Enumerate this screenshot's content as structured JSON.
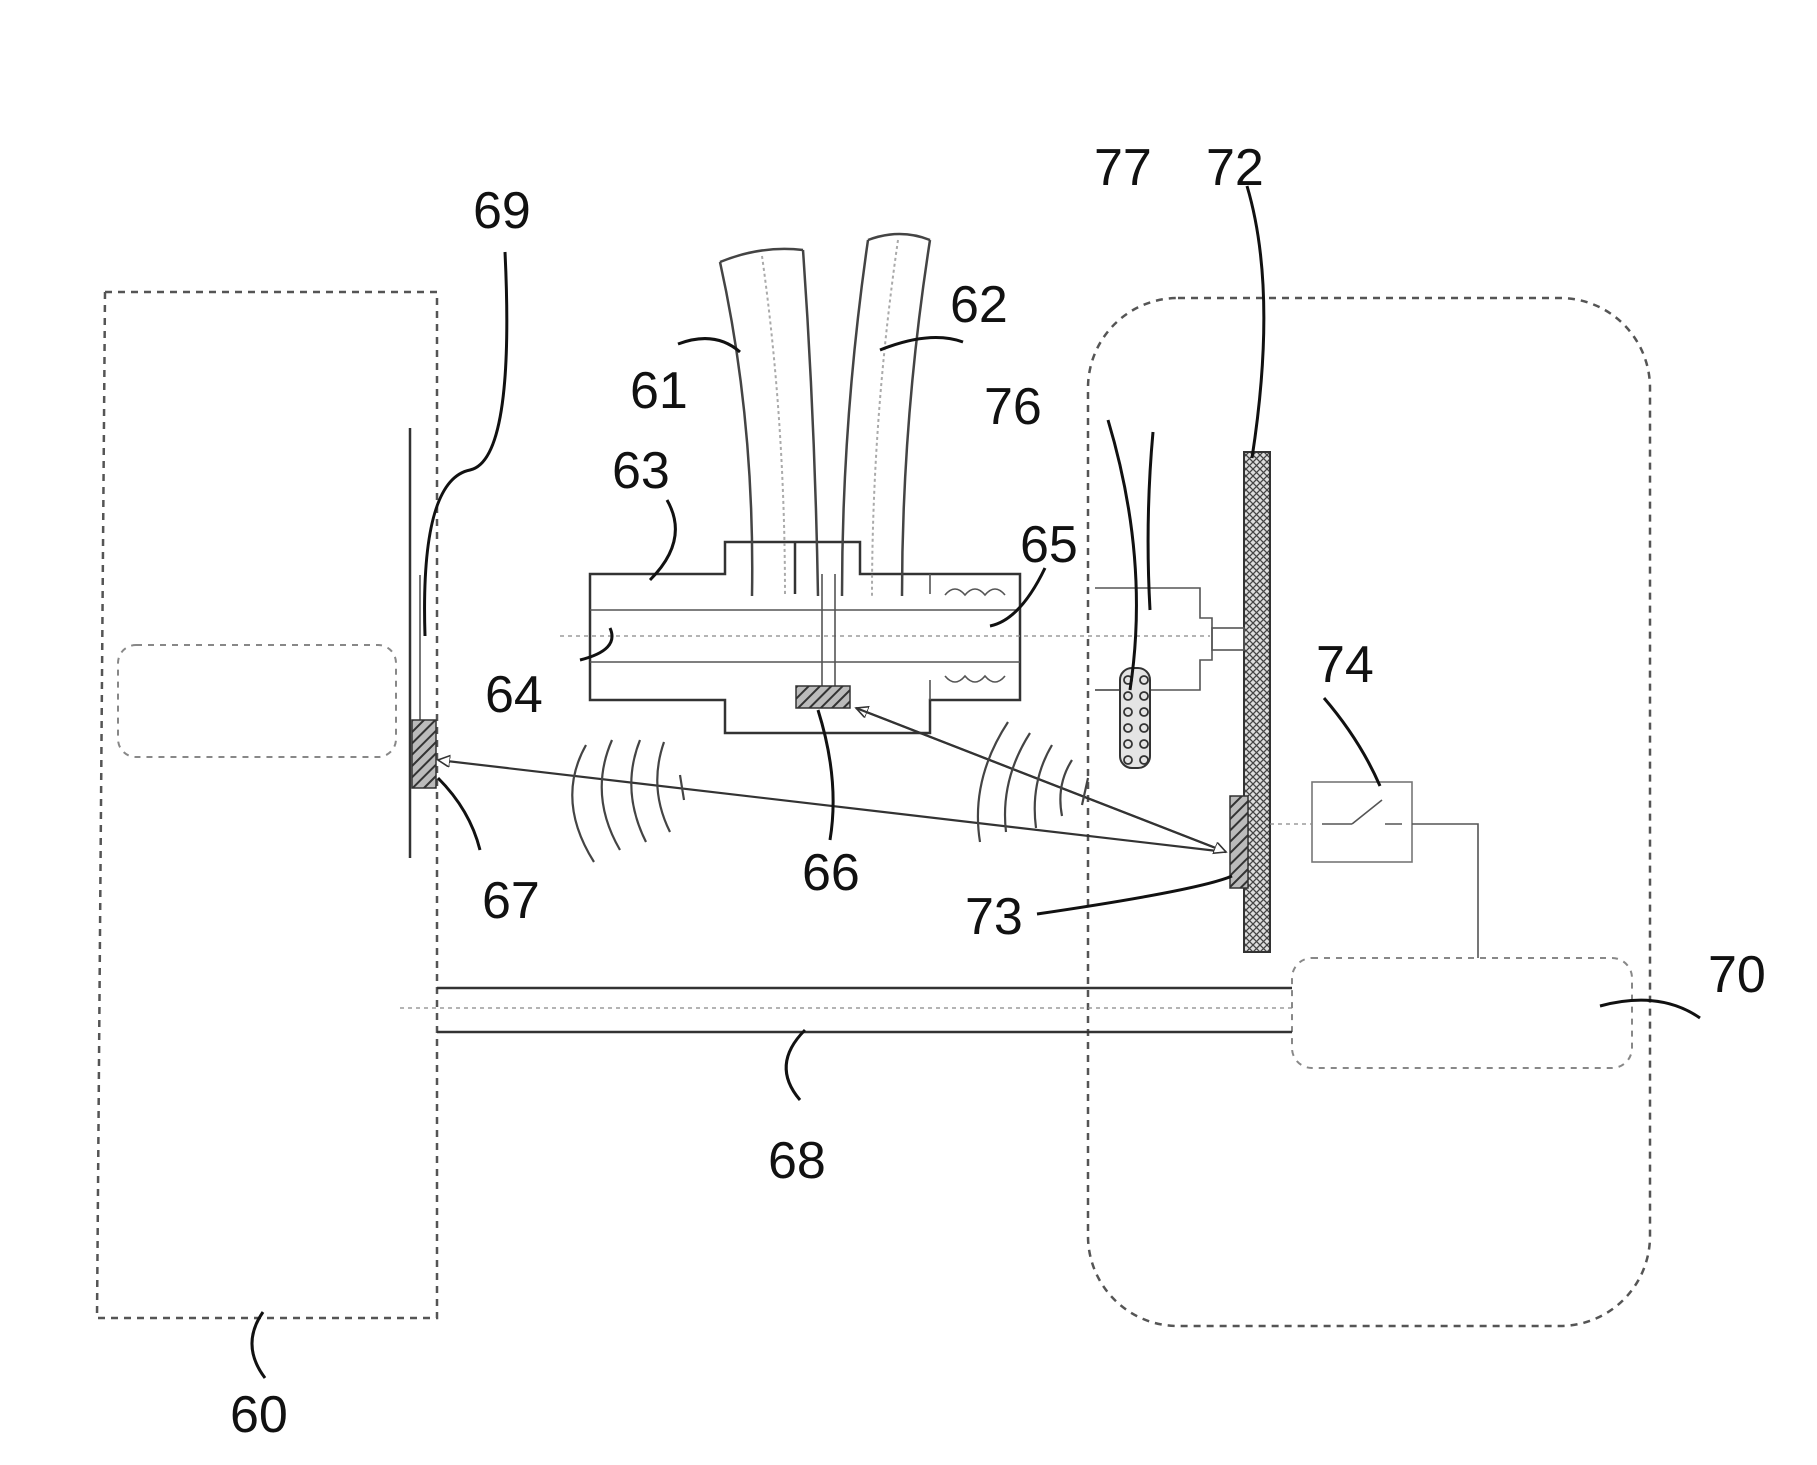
{
  "labels": {
    "n60": "60",
    "n61": "61",
    "n62": "62",
    "n63": "63",
    "n64": "64",
    "n65": "65",
    "n66": "66",
    "n67": "67",
    "n68": "68",
    "n69": "69",
    "n70": "70",
    "n72": "72",
    "n73": "73",
    "n74": "74",
    "n76": "76",
    "n77": "77"
  }
}
